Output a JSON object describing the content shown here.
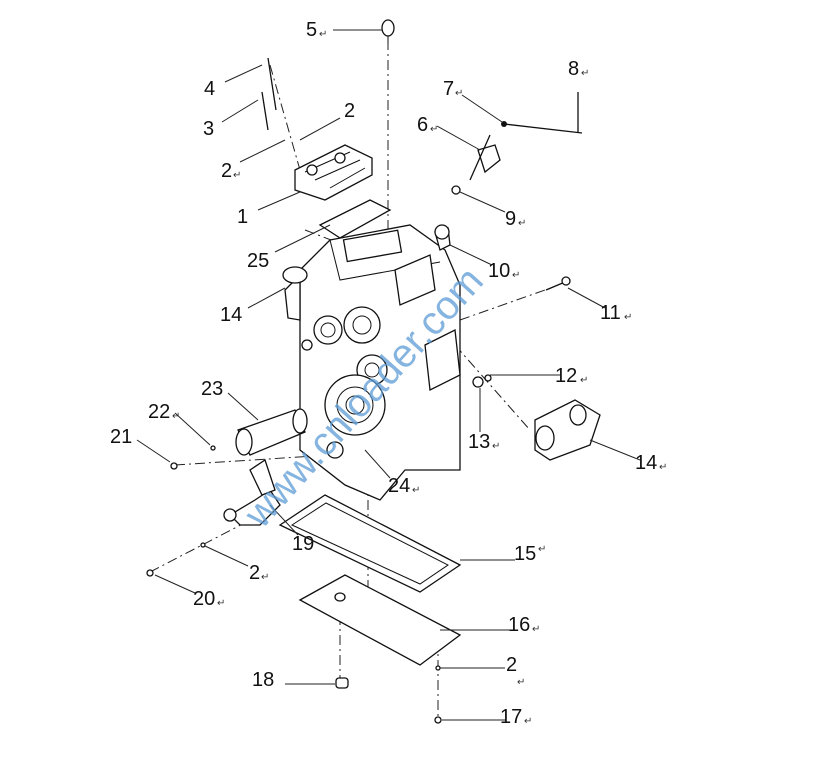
{
  "diagram": {
    "title": "Transmission housing exploded view",
    "watermark": "www.cnloader.com",
    "return_mark": "↵",
    "callouts": [
      "5",
      "4",
      "3",
      "2",
      "2",
      "1",
      "25",
      "7",
      "8",
      "6",
      "9",
      "10",
      "11",
      "14",
      "12",
      "23",
      "22",
      "21",
      "13",
      "14",
      "24",
      "19",
      "15",
      "2",
      "20",
      "16",
      "2",
      "18",
      "17"
    ]
  }
}
